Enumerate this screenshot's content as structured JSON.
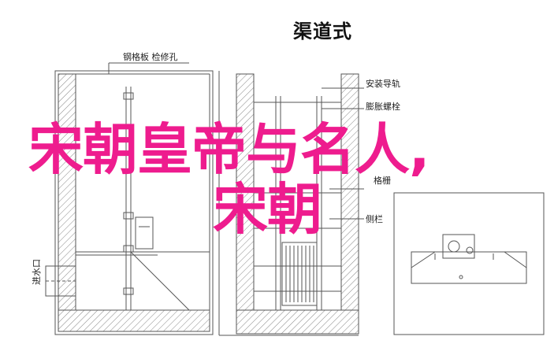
{
  "title": "渠道式",
  "annotations": {
    "top_left": "钢格板 检修孔",
    "rail": "安装导轨",
    "bolt": "膨胀螺栓",
    "grille": "格栅",
    "side_rail": "侧栏",
    "inlet": "进水口"
  },
  "overlay": {
    "line1": "宋朝皇帝与名人,",
    "line2": "宋朝"
  },
  "colors": {
    "overlay": "#ee1c8e",
    "line": "#555555"
  }
}
